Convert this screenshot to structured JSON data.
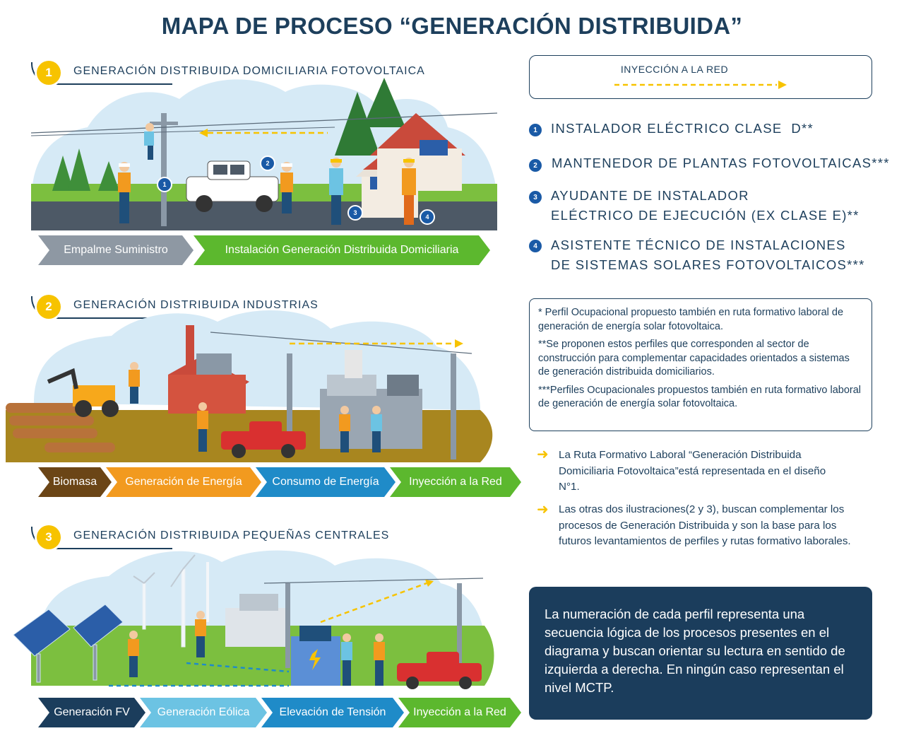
{
  "title": "MAPA DE PROCESO “GENERACIÓN DISTRIBUIDA”",
  "colors": {
    "navy": "#1d3f5c",
    "yellow": "#f7c300",
    "green": "#5cb82e",
    "gray": "#8e98a3",
    "brown": "#6b4516",
    "orange": "#f29a1f",
    "blue": "#1f8bc8",
    "dark_blue": "#1b3d5c",
    "light_blue": "#6cc3e3"
  },
  "sections": [
    {
      "number": "1",
      "title": "GENERACIÓN DISTRIBUIDA DOMICILIARIA FOTOVOLTAICA",
      "pins": [
        "1",
        "2",
        "3",
        "4"
      ],
      "steps": [
        "Empalme Suministro",
        "Instalación Generación Distribuida Domiciliaria"
      ]
    },
    {
      "number": "2",
      "title": "GENERACIÓN DISTRIBUIDA INDUSTRIAS",
      "steps": [
        "Biomasa",
        "Generación de Energía",
        "Consumo de Energía",
        "Inyección a la Red"
      ]
    },
    {
      "number": "3",
      "title": "GENERACIÓN DISTRIBUIDA PEQUEÑAS CENTRALES",
      "steps": [
        "Generación FV",
        "Generación Eólica",
        "Elevación de Tensión",
        "Inyección a la Red"
      ]
    }
  ],
  "legend": {
    "label": "INYECCIÓN A LA RED",
    "line_color": "#f7c300"
  },
  "roles": [
    {
      "number": "1",
      "lines": [
        "INSTALADOR ELÉCTRICO CLASE  D**"
      ]
    },
    {
      "number": "2",
      "lines": [
        "MANTENEDOR DE PLANTAS FOTOVOLTAICAS***"
      ]
    },
    {
      "number": "3",
      "lines": [
        "AYUDANTE DE INSTALADOR",
        "ELÉCTRICO DE EJECUCIÓN (EX CLASE E)**"
      ]
    },
    {
      "number": "4",
      "lines": [
        "ASISTENTE TÉCNICO DE INSTALACIONES",
        "DE SISTEMAS SOLARES FOTOVOLTAICOS***"
      ]
    }
  ],
  "notes": [
    "* Perfil Ocupacional propuesto también en ruta formativo laboral de generación de energía solar fotovoltaica.",
    "**Se proponen estos perfiles que corresponden al sector de construcción para complementar capacidades orientados a sistemas de generación distribuida domiciliarios.",
    "***Perfiles Ocupacionales propuestos también en ruta formativo laboral de generación de energía solar fotovoltaica."
  ],
  "bullets": [
    "La Ruta Formativo Laboral “Generación Distribuida Domiciliaria Fotovoltaica”está representada en el diseño N°1.",
    "Las otras dos ilustraciones(2 y 3), buscan complementar los procesos de Generación Distribuida y son la base para los futuros levantamientos de perfiles y rutas formativo laborales."
  ],
  "summary": "La numeración de cada perfil representa una secuencia lógica de los procesos presentes en el diagrama y buscan orientar su lectura en sentido de izquierda a derecha. En ningún caso representan el nivel MCTP."
}
